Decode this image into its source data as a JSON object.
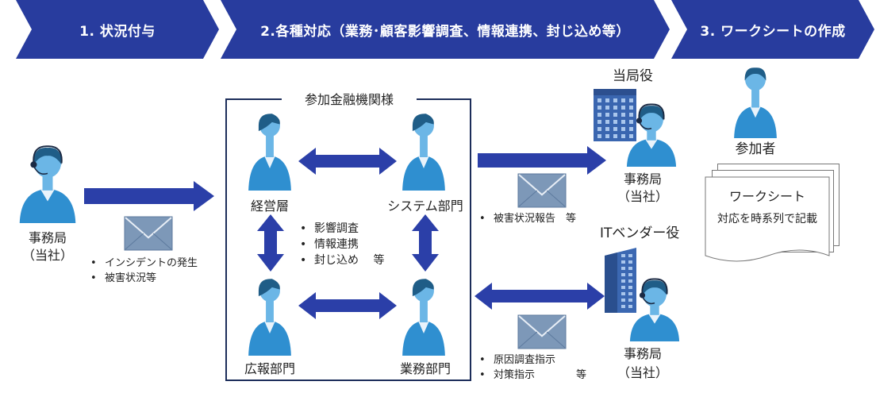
{
  "colors": {
    "chevron": "#283c9e",
    "arrow": "#2b3fa8",
    "frame": "#1c2d5a",
    "person_face": "#6bb6e6",
    "person_body": "#2f8fd0",
    "hair": "#1f5d87",
    "envelope": "#7d98b8"
  },
  "steps": [
    {
      "label": "1. 状況付与"
    },
    {
      "label": "2.各種対応（業務･顧客影響調査、情報連携、封じ込め等）"
    },
    {
      "label": "3. ワークシートの作成"
    }
  ],
  "left_actor": {
    "label_line1": "事務局",
    "label_line2": "（当社）"
  },
  "left_bullets": [
    "インシデントの発生",
    "被害状況等"
  ],
  "frame": {
    "title": "参加金融機関様"
  },
  "nodes": {
    "management": "経営層",
    "system": "システム部門",
    "pr": "広報部門",
    "business": "業務部門"
  },
  "center_bullets": [
    "影響調査",
    "情報連携",
    "封じ込め　 等"
  ],
  "authority": {
    "role": "当局役",
    "label_line1": "事務局",
    "label_line2": "（当社）",
    "bullet": "被害状況報告　等"
  },
  "vendor": {
    "role": "ITベンダー役",
    "label_line1": "事務局",
    "label_line2": "（当社）",
    "bullets": [
      "原因調査指示",
      "対策指示　　　　等"
    ]
  },
  "participant": {
    "label": "参加者"
  },
  "worksheet": {
    "title": "ワークシート",
    "description": "対応を時系列で記載"
  }
}
